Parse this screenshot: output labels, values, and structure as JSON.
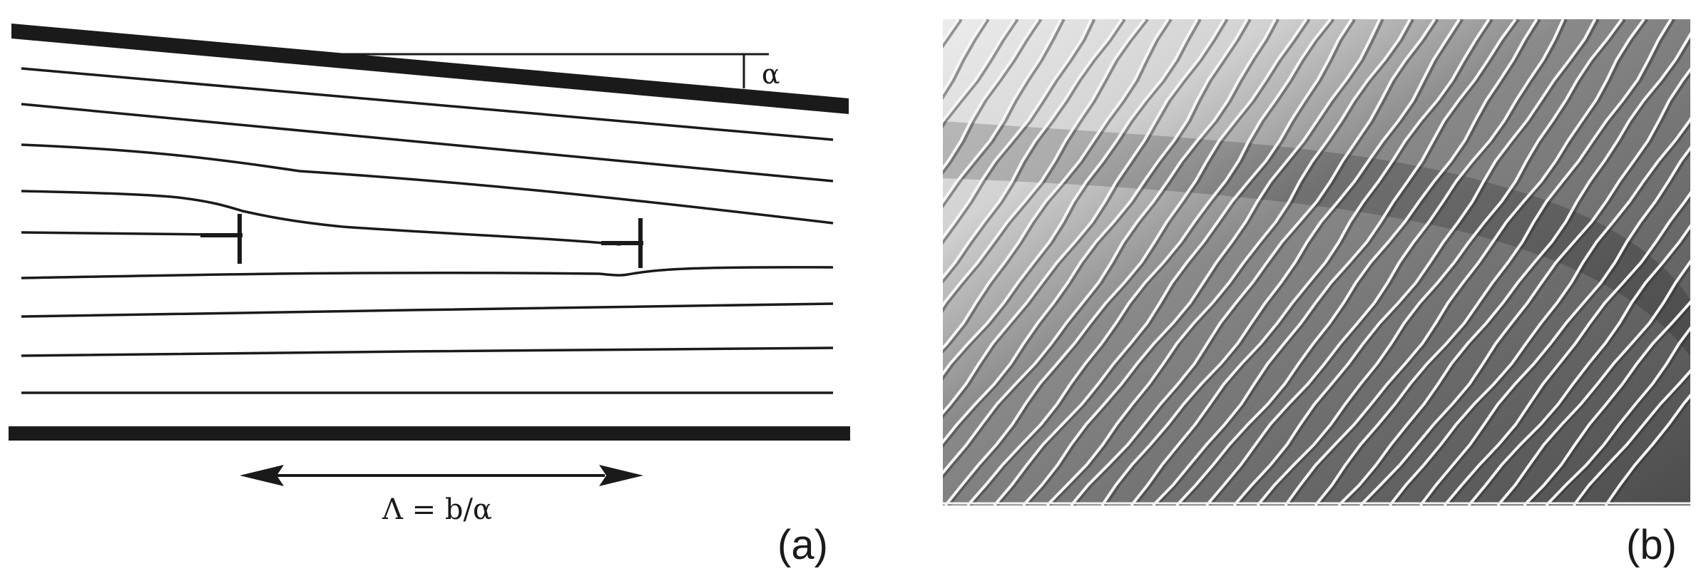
{
  "panel_a": {
    "angle_label": "α",
    "period_label": "Λ = b/α",
    "panel_label": "(a)"
  },
  "panel_b": {
    "panel_label": "(b)"
  },
  "colors": {
    "ink": "#1a1a1a",
    "micrograph_bright": "#e8e8e8",
    "micrograph_dark": "#4a4a4a",
    "stripe": "#f4f4f4"
  },
  "icons": {
    "dislocation": "edge-dislocation-symbol",
    "arrow": "double-headed-arrow"
  }
}
